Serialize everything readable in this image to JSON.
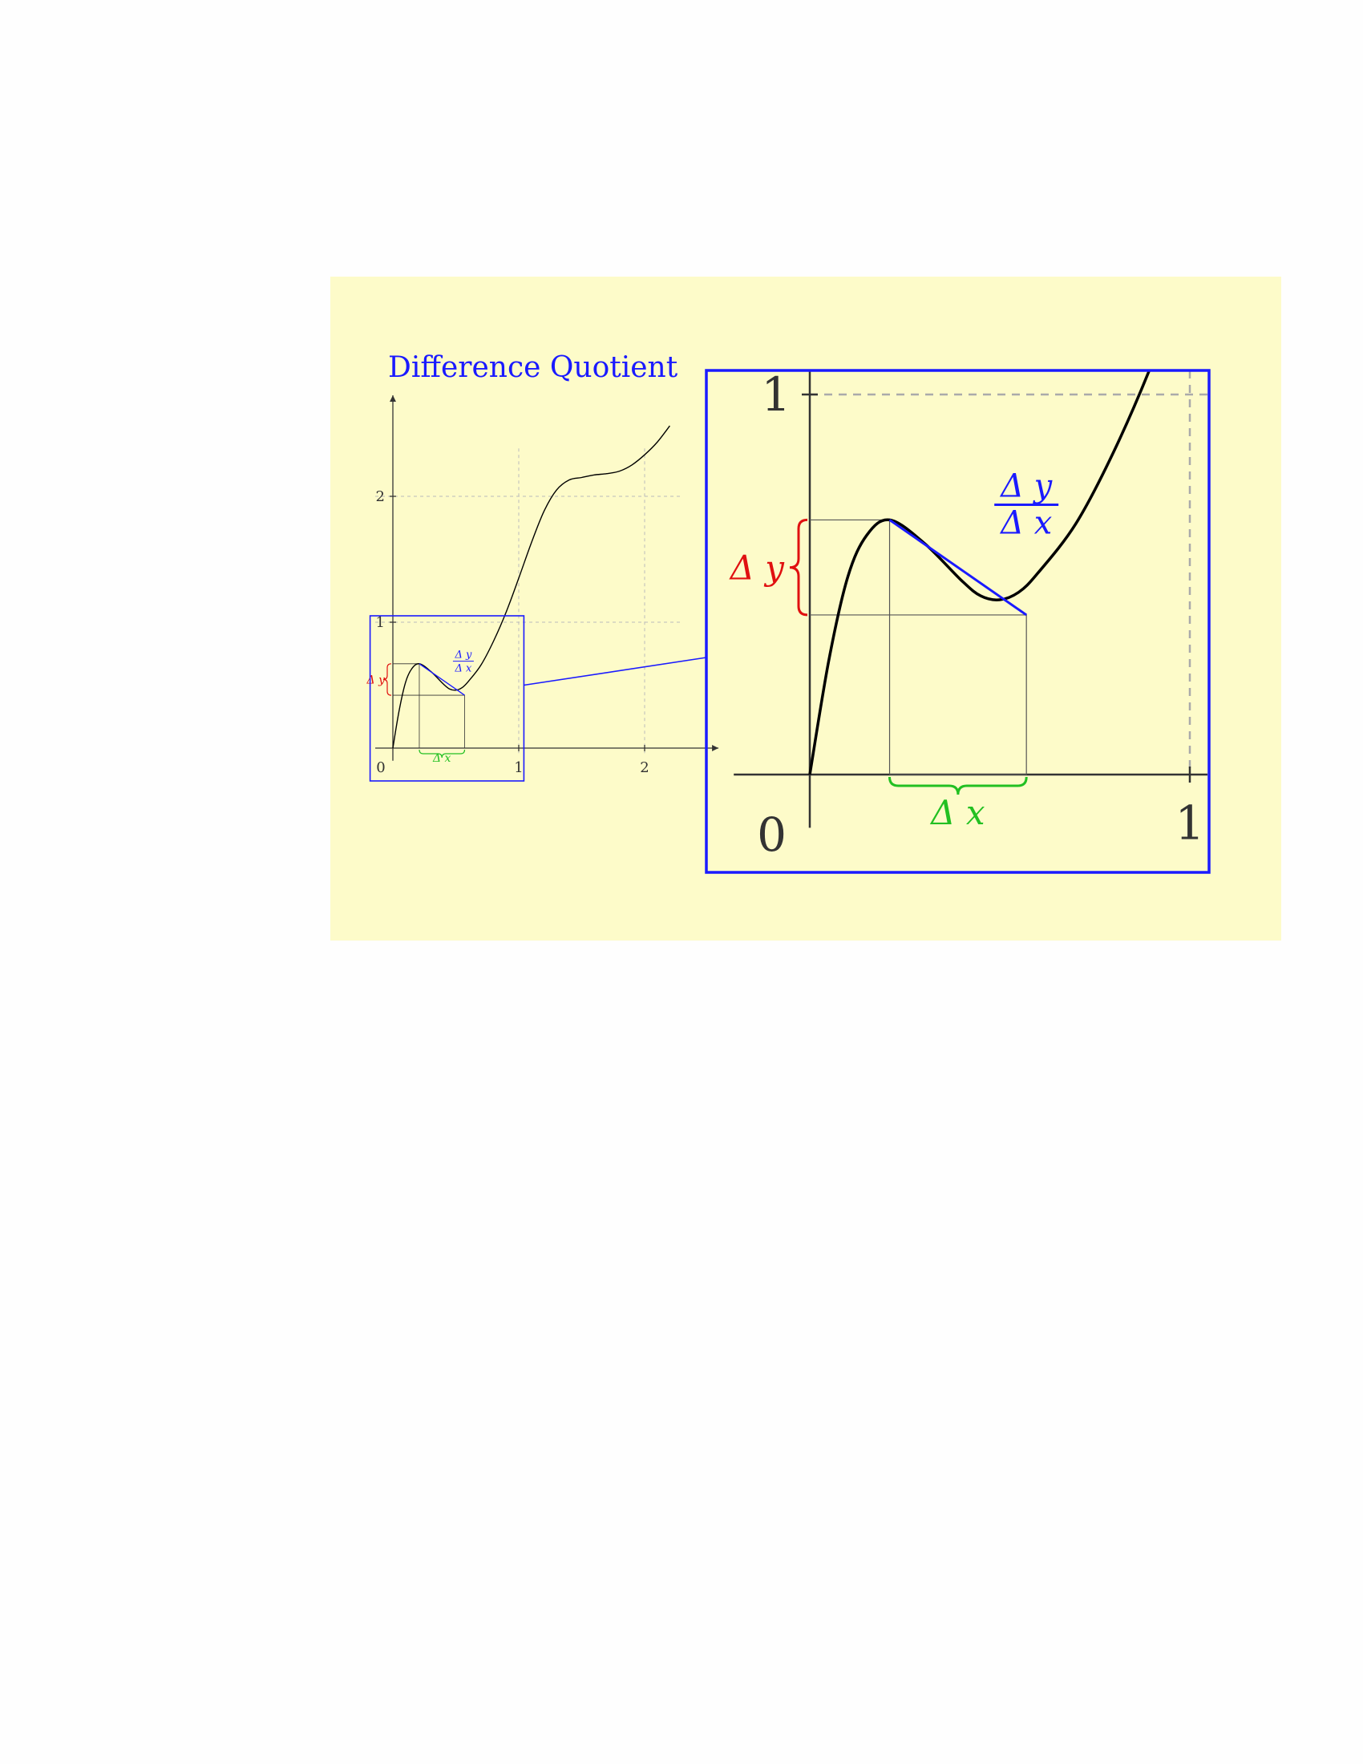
{
  "title": "Difference Quotient",
  "colors": {
    "background": "#fdfbc9",
    "zoom_frame": "#1a1aff",
    "secant": "#1a1aff",
    "delta_y": "#e01010",
    "delta_x": "#22c022",
    "curve": "#000000"
  },
  "overview": {
    "x_ticks": [
      "0",
      "1",
      "2"
    ],
    "y_ticks": [
      "1",
      "2"
    ],
    "delta_y_label": "Δ y",
    "delta_x_label": "Δ x",
    "quotient_num": "Δ y",
    "quotient_den": "Δ x"
  },
  "zoom": {
    "x_ticks": [
      "0",
      "1"
    ],
    "y_ticks": [
      "1"
    ],
    "delta_y_label": "Δ y",
    "delta_x_label": "Δ x",
    "quotient_num": "Δ y",
    "quotient_den": "Δ x"
  },
  "chart_data": {
    "type": "line",
    "curve": {
      "x": [
        0.0,
        0.05,
        0.1,
        0.15,
        0.21,
        0.3,
        0.4,
        0.45,
        0.5,
        0.55,
        0.6,
        0.7,
        0.8,
        0.9,
        1.0,
        1.1,
        1.2,
        1.3,
        1.4,
        1.5,
        1.6,
        1.7,
        1.8,
        1.9,
        2.0,
        2.1,
        2.2
      ],
      "y": [
        0.0,
        0.3,
        0.52,
        0.63,
        0.67,
        0.61,
        0.51,
        0.47,
        0.46,
        0.48,
        0.53,
        0.66,
        0.85,
        1.08,
        1.35,
        1.63,
        1.88,
        2.05,
        2.13,
        2.15,
        2.17,
        2.18,
        2.2,
        2.25,
        2.33,
        2.43,
        2.56
      ]
    },
    "secant": {
      "x1": 0.21,
      "y1": 0.67,
      "x2": 0.57,
      "y2": 0.42
    },
    "xlim": [
      -0.2,
      2.3
    ],
    "ylim": [
      -0.1,
      2.6
    ],
    "zoom_window": {
      "xlim": [
        -0.2,
        1.06
      ],
      "ylim": [
        -0.28,
        1.07
      ]
    },
    "grid": true
  }
}
